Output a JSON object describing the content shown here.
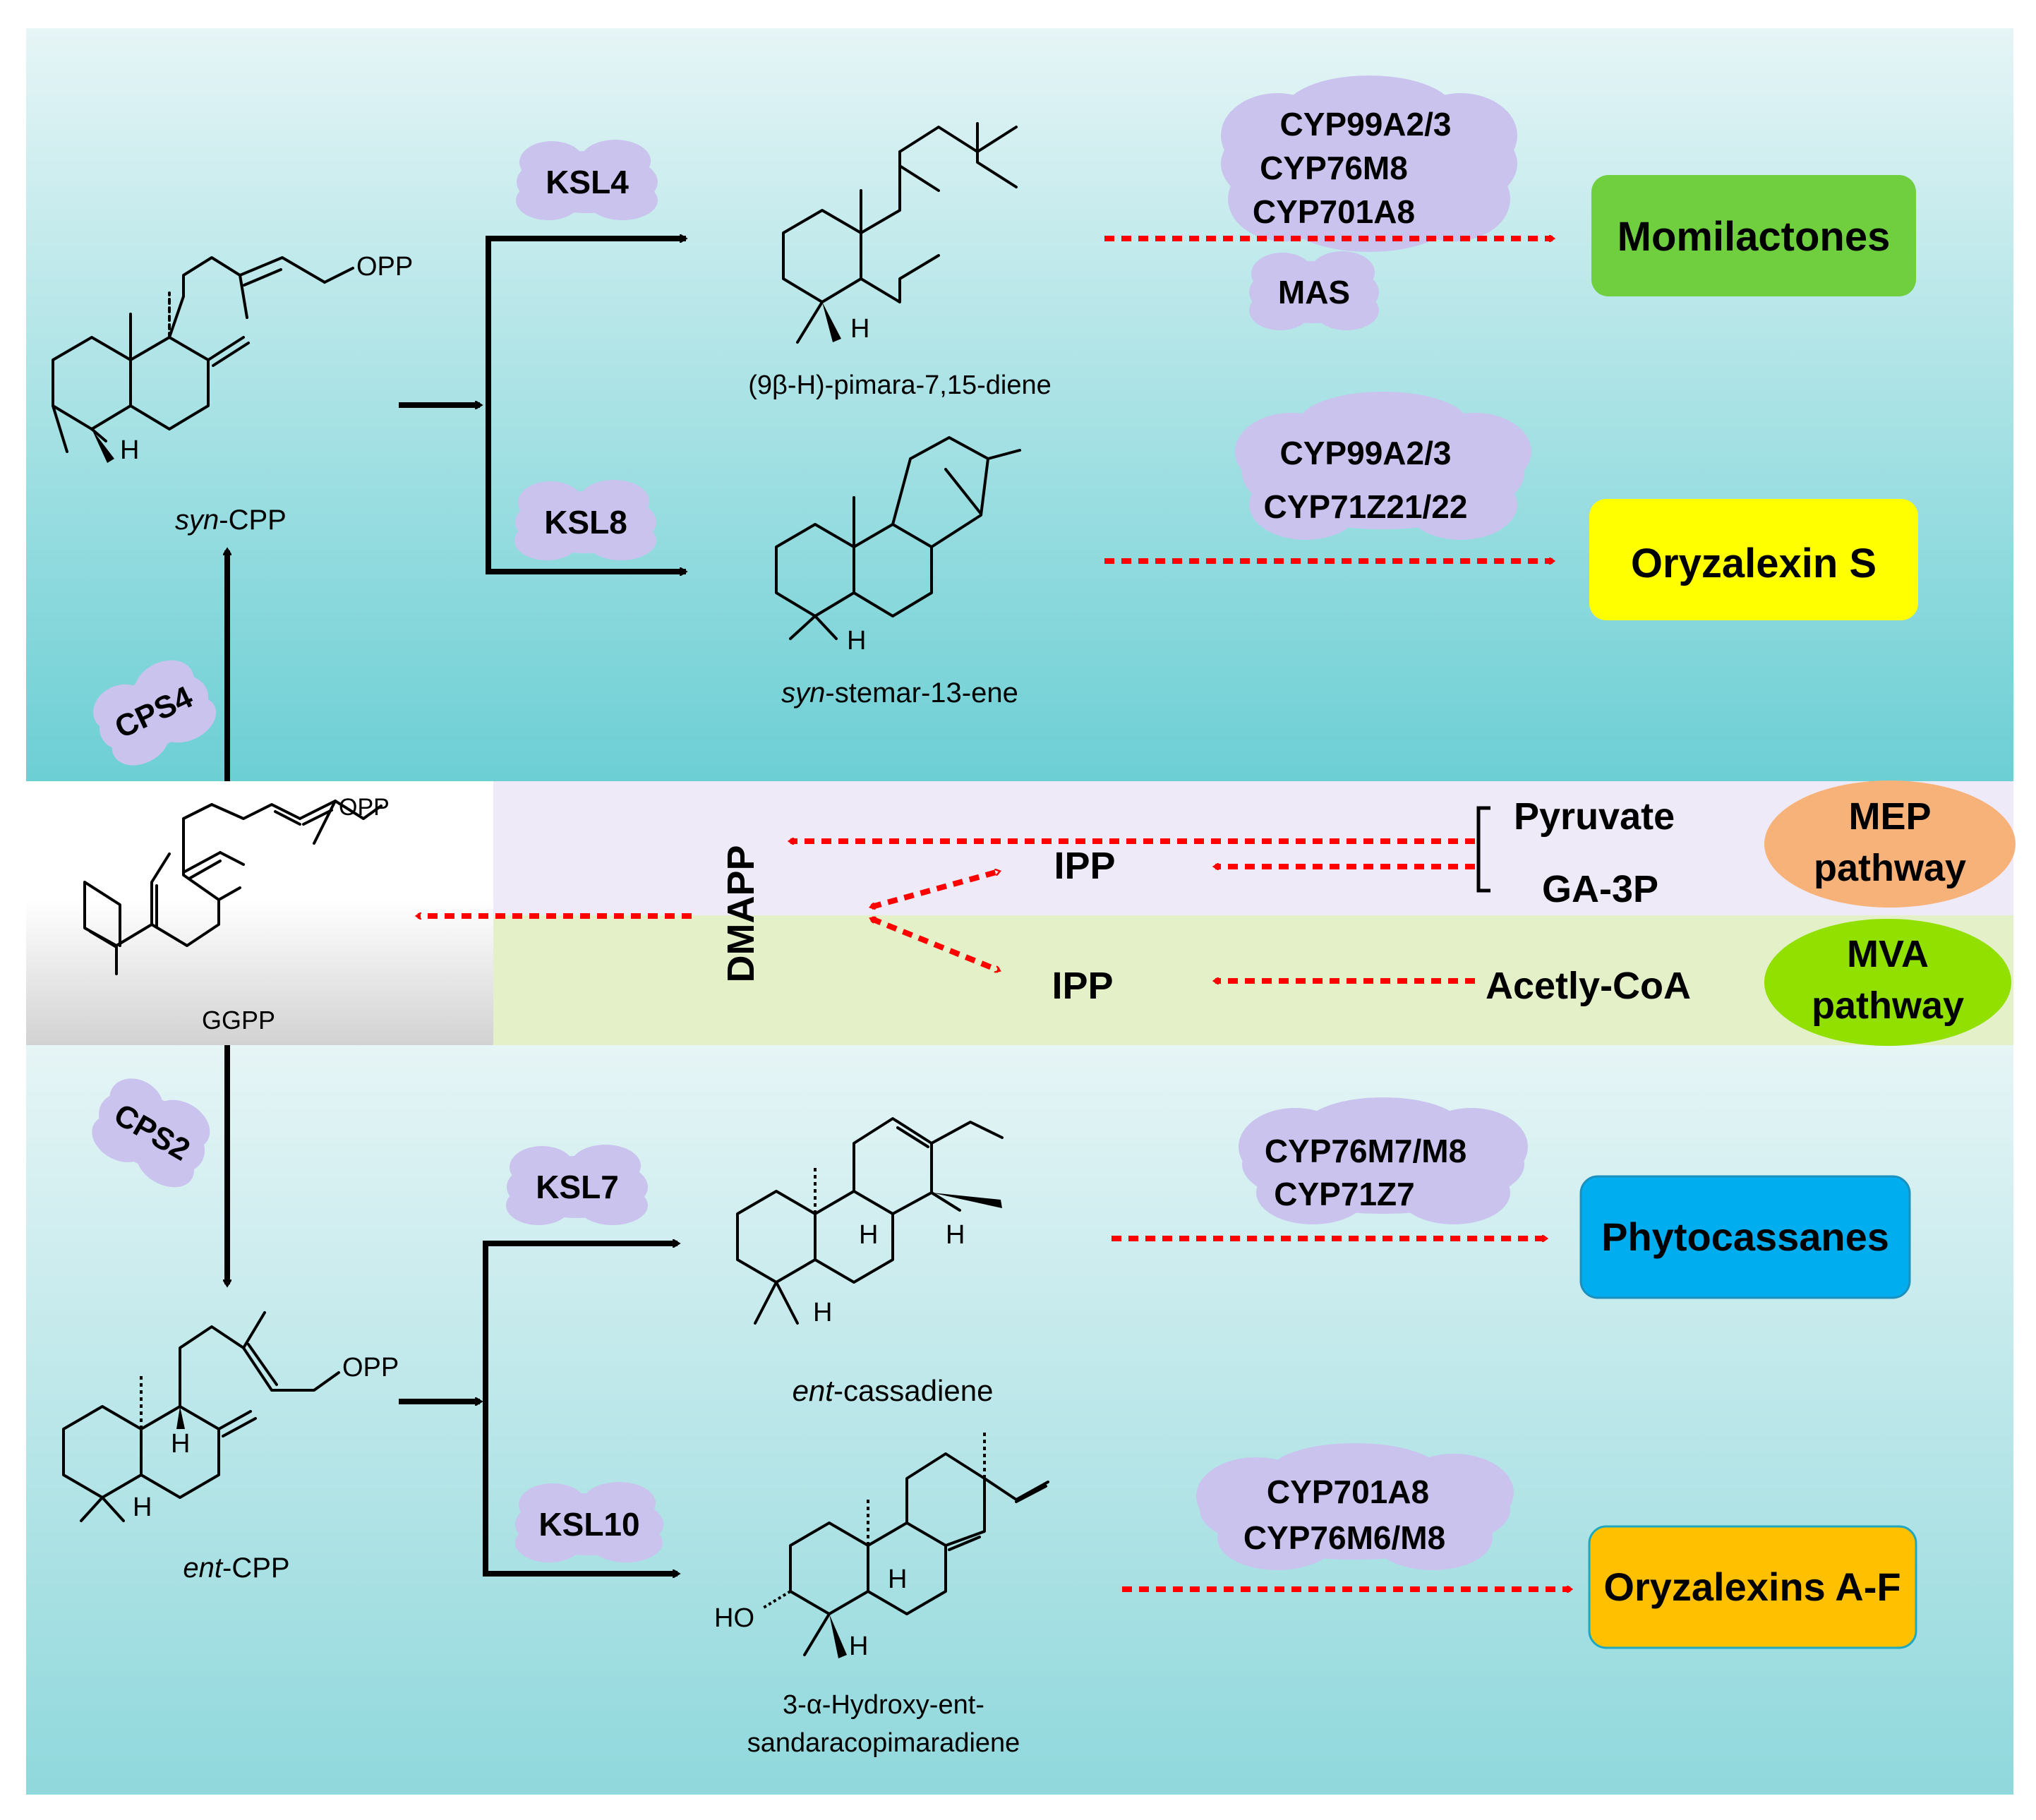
{
  "colors": {
    "arrow_red": "#ff0000",
    "cloud": "#c9c3ee",
    "momilactones_box": "#6fcf3f",
    "oryzalexin_s_box": "#ffff00",
    "phytocassanes_box": "#00aeef",
    "oryzalexins_af_box": "#ffc000",
    "mep_ellipse": "#f7b27a",
    "mva_ellipse": "#92e000",
    "mep_band": "#efeaf8",
    "mva_band": "#e3f0c8"
  },
  "syn": {
    "precursor": {
      "prefix": "syn",
      "name": "-CPP",
      "opp": "OPP",
      "h": "H"
    },
    "enzyme_cps": "CPS4",
    "branch1": {
      "enzyme": "KSL4",
      "product": "(9β-H)-pimara-7,15-diene",
      "product_h": "H",
      "cyps": [
        "CYP99A2/3",
        "CYP76M8",
        "CYP701A8"
      ],
      "extra_enzyme": "MAS",
      "final": "Momilactones"
    },
    "branch2": {
      "enzyme": "KSL8",
      "product_prefix": "syn",
      "product_name": "-stemar-13-ene",
      "product_h": "H",
      "cyps": [
        "CYP99A2/3",
        "CYP71Z21/22"
      ],
      "final": "Oryzalexin S"
    }
  },
  "middle": {
    "ggpp": "GGPP",
    "ggpp_opp": "OPP",
    "dmapp": "DMAPP",
    "ipp_mep": "IPP",
    "ipp_mva": "IPP",
    "pyruvate": "Pyruvate",
    "ga3p": "GA-3P",
    "acetyl_coa": "Acetly-CoA",
    "mep": [
      "MEP",
      "pathway"
    ],
    "mva": [
      "MVA",
      "pathway"
    ]
  },
  "ent": {
    "precursor": {
      "prefix": "ent",
      "name": "-CPP",
      "opp": "OPP",
      "h1": "H",
      "h2": "H"
    },
    "enzyme_cps": "CPS2",
    "branch1": {
      "enzyme": "KSL7",
      "product_prefix": "ent",
      "product_name": "-cassadiene",
      "product_h": [
        "H",
        "H",
        "H"
      ],
      "cyps": [
        "CYP76M7/M8",
        "CYP71Z7"
      ],
      "final": "Phytocassanes"
    },
    "branch2": {
      "enzyme": "KSL10",
      "product_lines": [
        "3-α-Hydroxy-ent-",
        "sandaracopimaradiene"
      ],
      "product_ho": "HO",
      "product_h": [
        "H",
        "H"
      ],
      "cyps": [
        "CYP701A8",
        "CYP76M6/M8"
      ],
      "final": "Oryzalexins A-F"
    }
  }
}
